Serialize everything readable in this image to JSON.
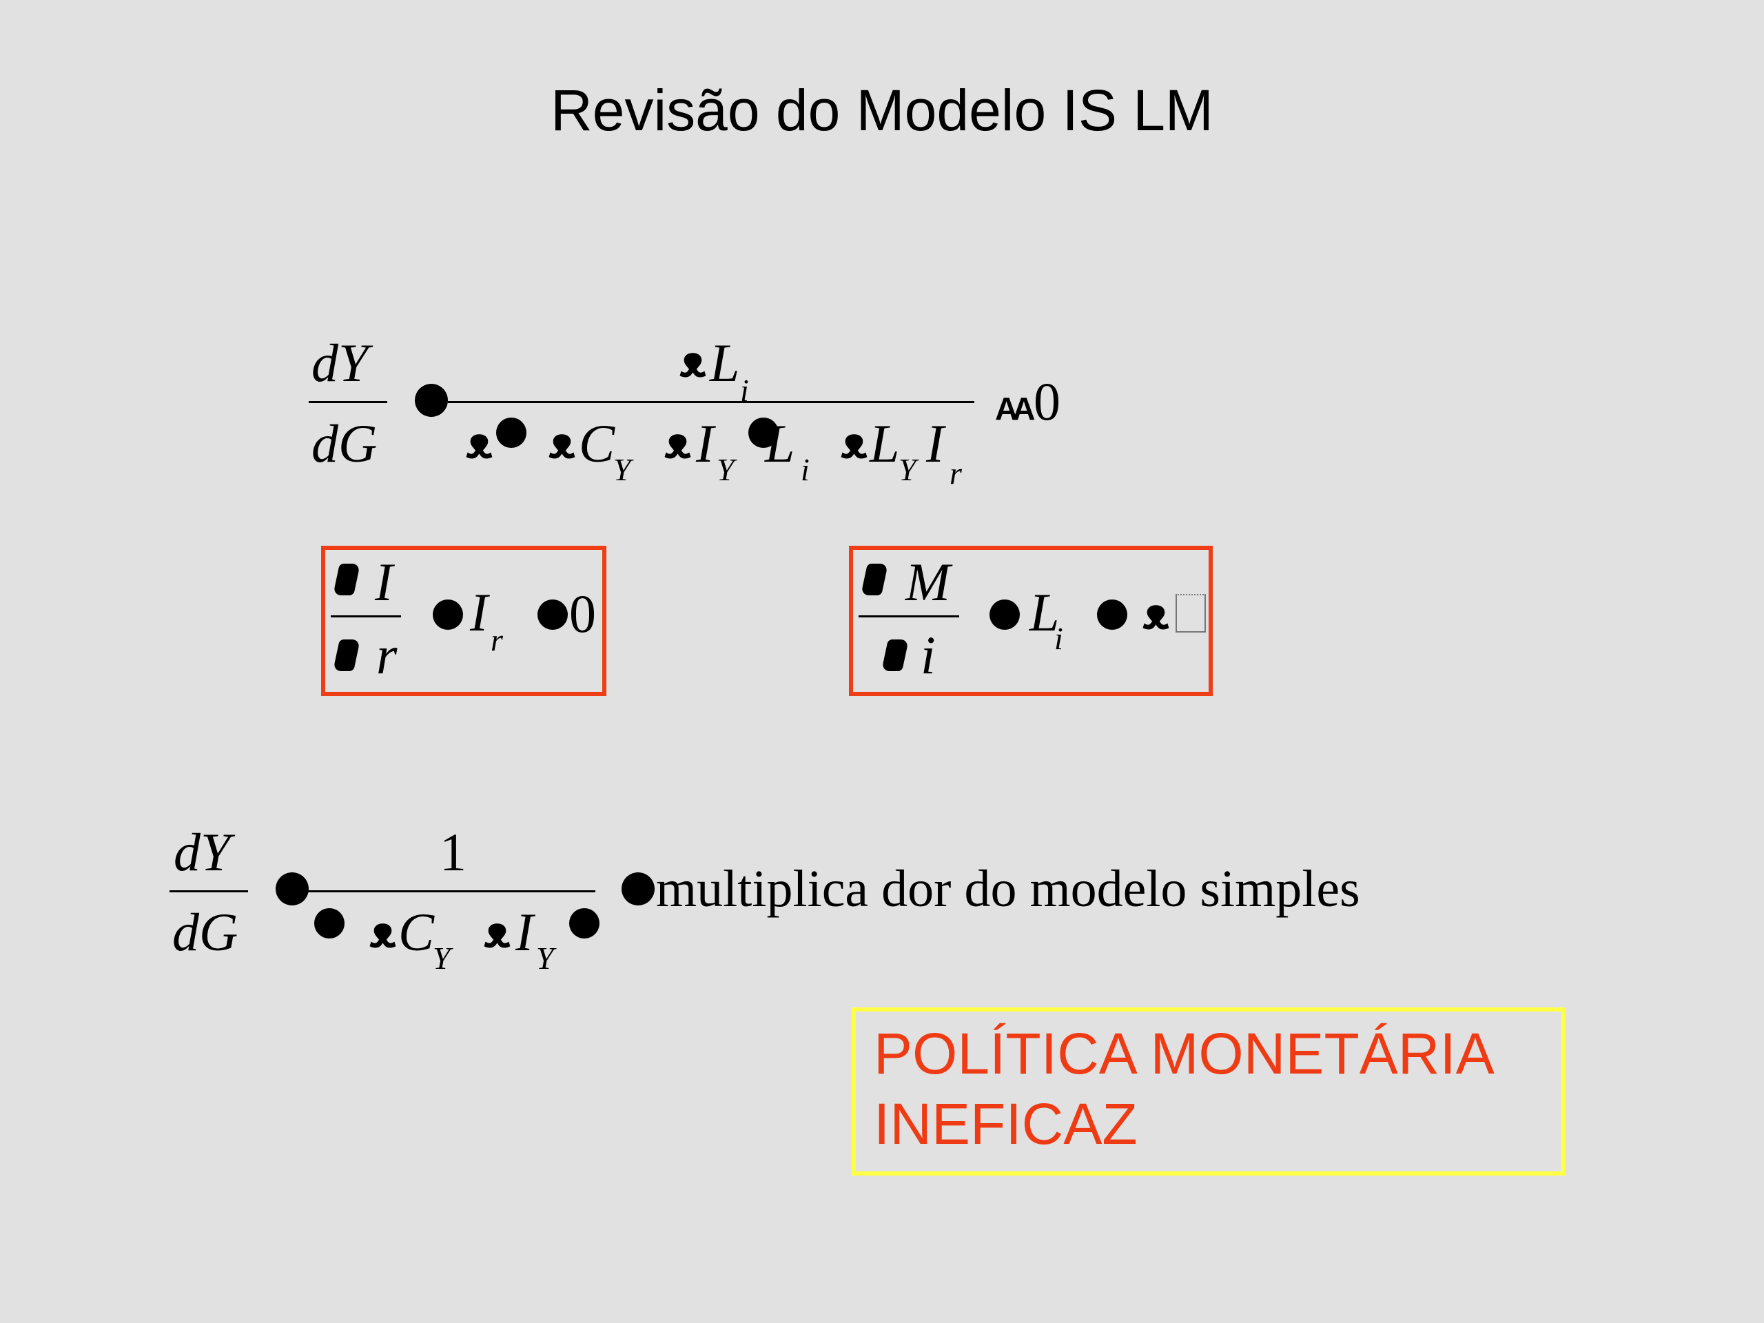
{
  "slide": {
    "title": "Revisão do Modelo IS LM",
    "equation1": {
      "lhs_num": "dY",
      "lhs_den": "dG",
      "rhs_num_symbol": "L",
      "rhs_num_sub": "i",
      "den_term_c": "C",
      "den_term_c_sub": "Y",
      "den_term_i": "I",
      "den_term_i_sub": "Y",
      "den_term_l": "L",
      "den_term_l_sub": "i",
      "den_term_ly": "L",
      "den_term_ly_sub": "Y",
      "den_term_ir": "I",
      "den_term_ir_sub": "r",
      "result_prefix": "AA",
      "result": "0"
    },
    "box_left": {
      "num_var": "I",
      "den_var": "r",
      "rhs_var": "I",
      "rhs_sub": "r",
      "value": "0"
    },
    "box_right": {
      "num_var": "M",
      "den_var": "i",
      "rhs_var": "L",
      "rhs_sub": "i"
    },
    "equation2": {
      "lhs_num": "dY",
      "lhs_den": "dG",
      "rhs_num": "1",
      "den_c": "C",
      "den_c_sub": "Y",
      "den_i": "I",
      "den_i_sub": "Y",
      "text": "multiplica  dor do modelo  simples"
    },
    "alert": {
      "line1": "POLÍTICA MONETÁRIA",
      "line2": "INEFICAZ"
    }
  },
  "colors": {
    "background": "#e1e1e1",
    "red_box": "#ef3e15",
    "yellow_box": "#ffff44",
    "alert_text": "#ee3b14"
  }
}
